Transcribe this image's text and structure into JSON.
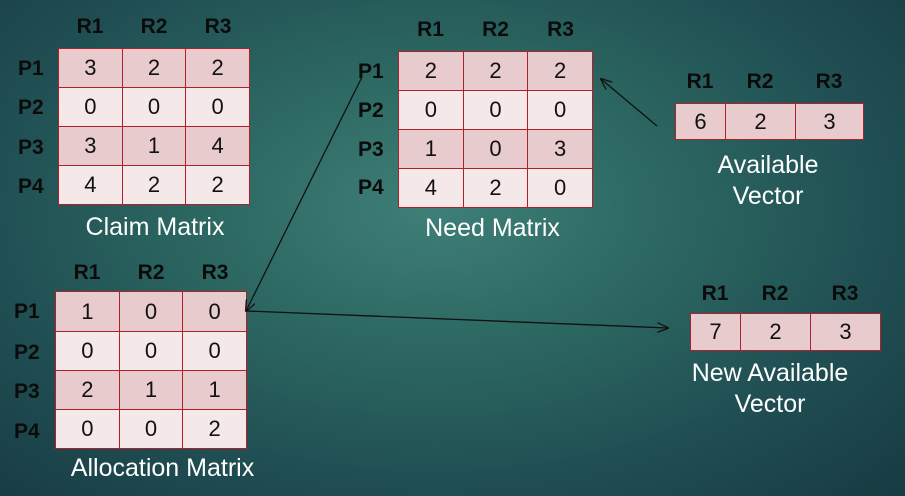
{
  "claim": {
    "title": "Claim Matrix",
    "cols": [
      "R1",
      "R2",
      "R3"
    ],
    "rows": [
      "P1",
      "P2",
      "P3",
      "P4"
    ],
    "cells": [
      [
        "3",
        "2",
        "2"
      ],
      [
        "0",
        "0",
        "0"
      ],
      [
        "3",
        "1",
        "4"
      ],
      [
        "4",
        "2",
        "2"
      ]
    ]
  },
  "need": {
    "title": "Need Matrix",
    "cols": [
      "R1",
      "R2",
      "R3"
    ],
    "rows": [
      "P1",
      "P2",
      "P3",
      "P4"
    ],
    "cells": [
      [
        "2",
        "2",
        "2"
      ],
      [
        "0",
        "0",
        "0"
      ],
      [
        "1",
        "0",
        "3"
      ],
      [
        "4",
        "2",
        "0"
      ]
    ]
  },
  "allocation": {
    "title": "Allocation Matrix",
    "cols": [
      "R1",
      "R2",
      "R3"
    ],
    "rows": [
      "P1",
      "P2",
      "P3",
      "P4"
    ],
    "cells": [
      [
        "1",
        "0",
        "0"
      ],
      [
        "0",
        "0",
        "0"
      ],
      [
        "2",
        "1",
        "1"
      ],
      [
        "0",
        "0",
        "2"
      ]
    ]
  },
  "available": {
    "title_line1": "Available",
    "title_line2": "Vector",
    "cols": [
      "R1",
      "R2",
      "R3"
    ],
    "values": [
      "6",
      "2",
      "3"
    ]
  },
  "new_available": {
    "title_line1": "New Available",
    "title_line2": "Vector",
    "cols": [
      "R1",
      "R2",
      "R3"
    ],
    "values": [
      "7",
      "2",
      "3"
    ]
  }
}
